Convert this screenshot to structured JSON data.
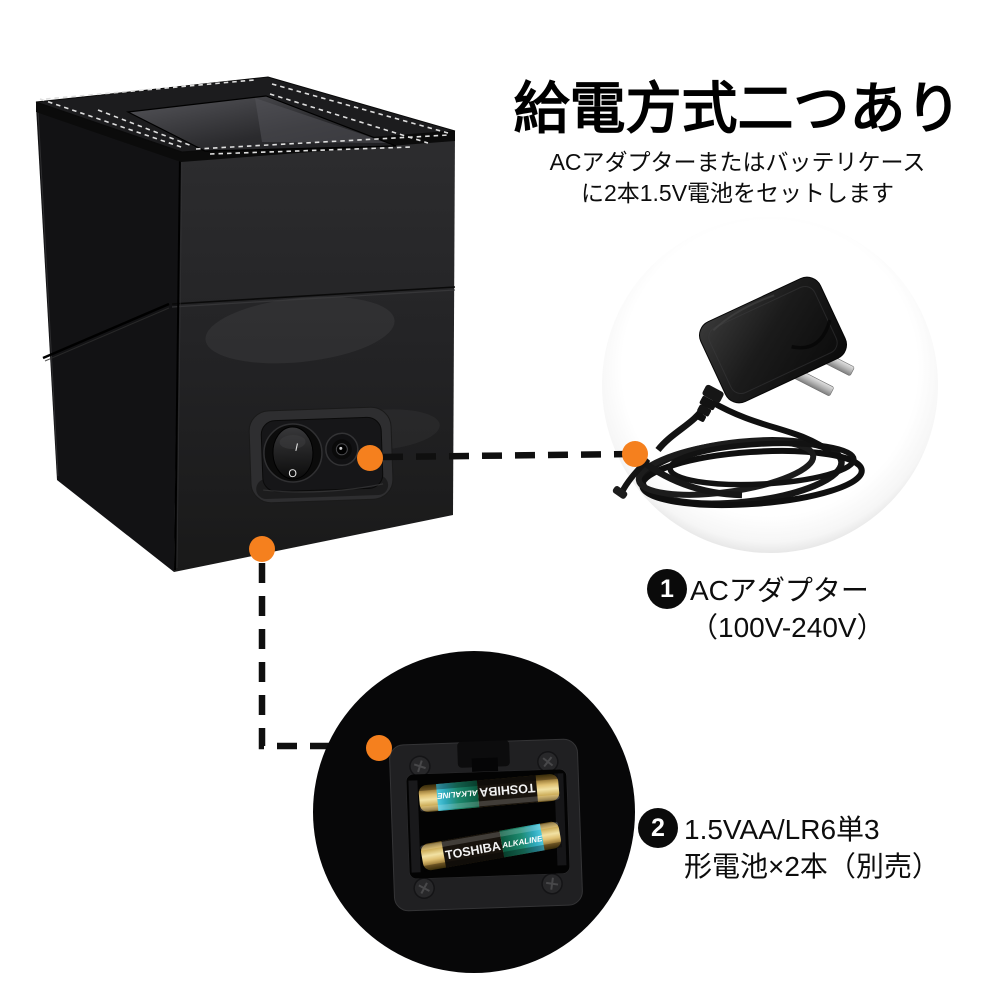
{
  "colors": {
    "accent_orange": "#F5801E",
    "text": "#0D0D0D",
    "box_black": "#1A1A1C"
  },
  "header": {
    "title": "給電方式二つあり",
    "subtitle_line1": "ACアダプターまたはバッテリケース",
    "subtitle_line2": "に2本1.5V電池をセットします"
  },
  "callouts": [
    {
      "num": "1",
      "line1": "ACアダプター",
      "line2": "（100V-240V）"
    },
    {
      "num": "2",
      "line1": "1.5VAA/LR6単3",
      "line2": "形電池×2本（別売）"
    }
  ],
  "switch_marks": {
    "on": "I",
    "off": "O"
  },
  "battery": {
    "brand": "TOSHIBA",
    "type": "ALKALINE"
  }
}
